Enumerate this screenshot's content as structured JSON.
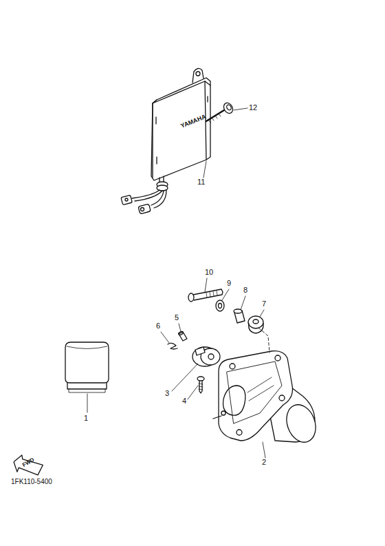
{
  "diagram": {
    "nodes": [
      {
        "text": [
          "FWD"
        ]
      }
    ],
    "labels": [
      "12",
      "11",
      "10",
      "9",
      "8",
      "7",
      "6",
      "5",
      "3",
      "4",
      "1",
      "2",
      "YAMAHA",
      "1FK110-5400"
    ]
  }
}
